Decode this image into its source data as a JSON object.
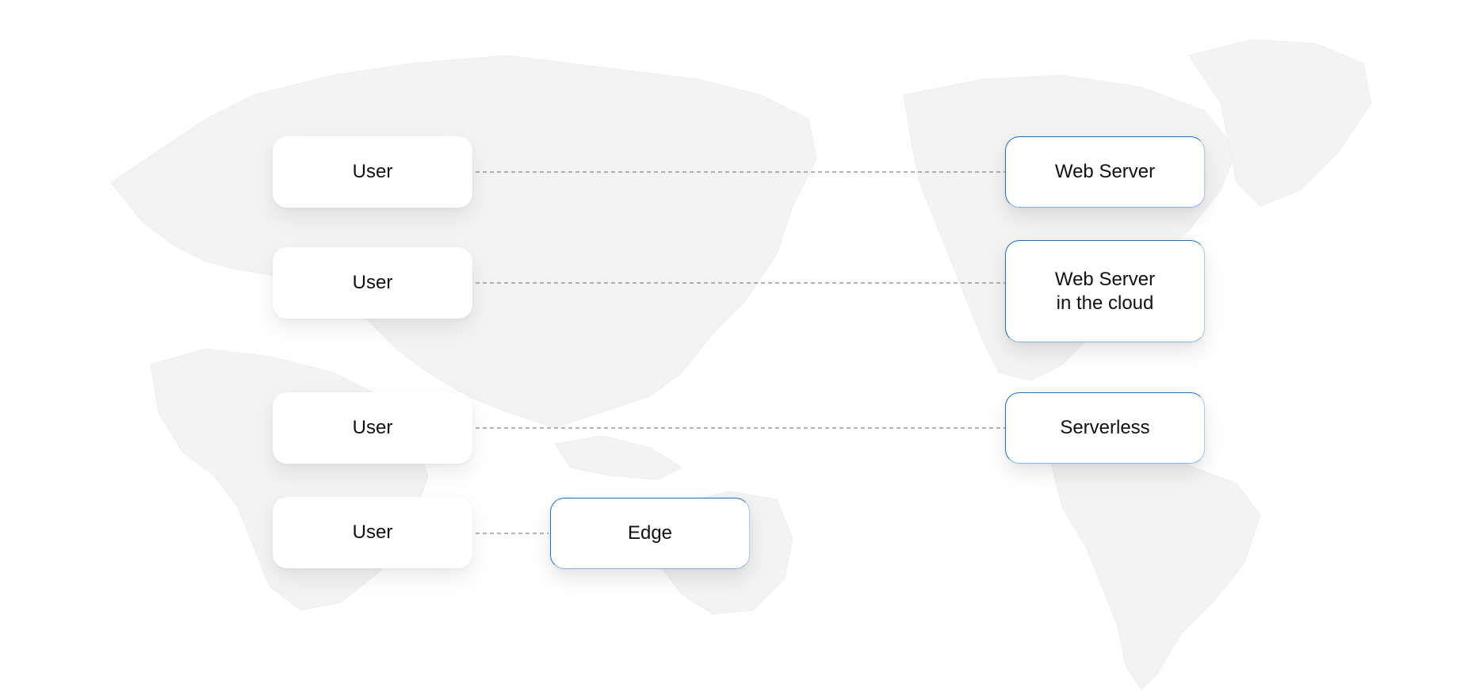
{
  "nodes": {
    "user_1": "User",
    "user_2": "User",
    "user_3": "User",
    "user_4": "User",
    "web_server": "Web Server",
    "web_server_cloud": "Web Server\nin the cloud",
    "serverless": "Serverless",
    "edge": "Edge"
  },
  "colors": {
    "accent": "#1a6fd6",
    "connector": "#9a9a9a",
    "map": "#f3f3f3"
  }
}
